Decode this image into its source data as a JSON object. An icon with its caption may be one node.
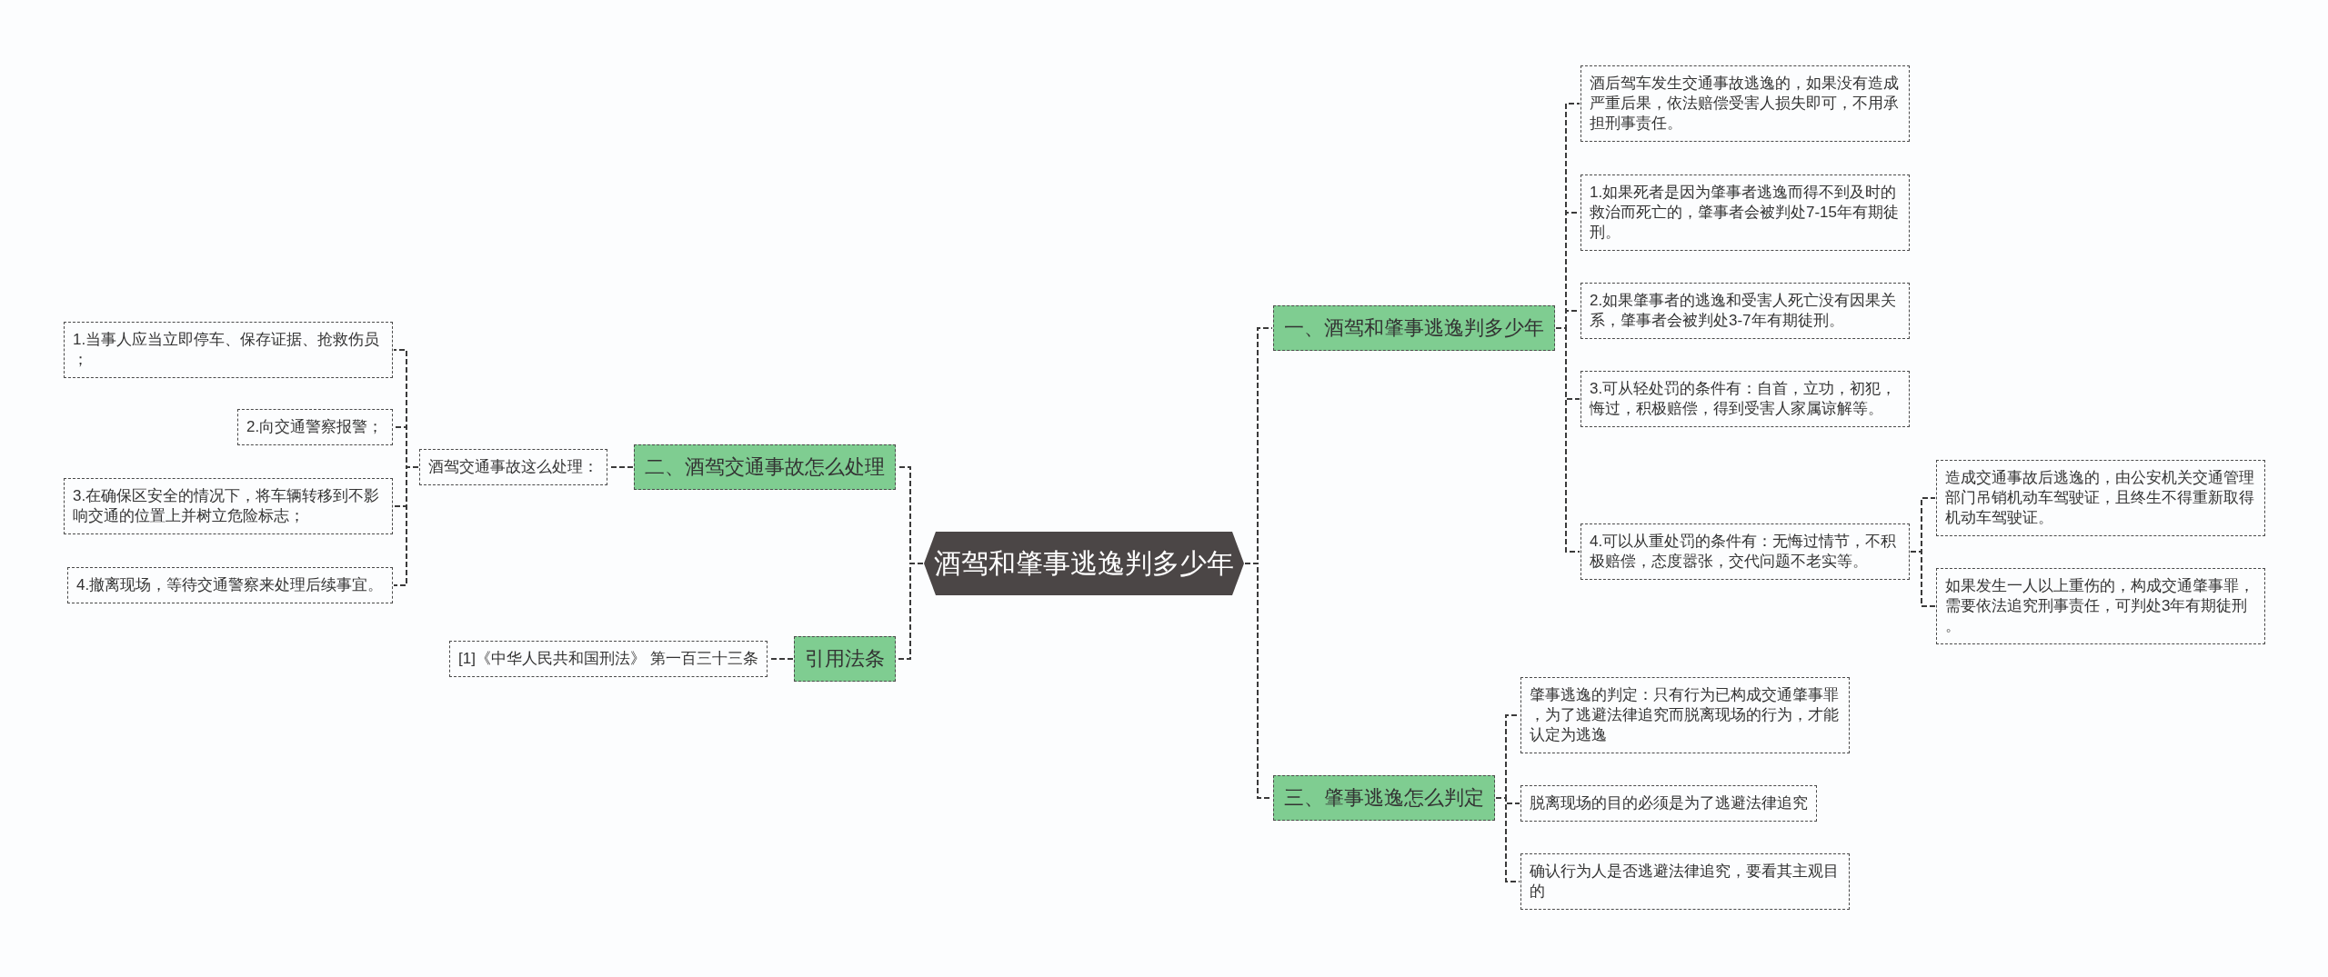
{
  "diagram": {
    "nodes": [
      {
        "text": [
          "酒驾和肇事逃逸判多少年"
        ]
      },
      {
        "text": [
          "一、酒驾和肇事逃逸判多少年"
        ]
      },
      {
        "text": [
          "酒后驾车发生交通事故逃逸的，如果没有造成严重后果，依法赔偿受害人损失即可，不用承担刑事责任。"
        ]
      },
      {
        "text": [
          "1.如果死者是因为肇事者逃逸而得不到及时的救治而死亡的，肇事者会被判处7-15年有期徒刑。"
        ]
      },
      {
        "text": [
          "2.如果肇事者的逃逸和受害人死亡没有因果关系，肇事者会被判处3-7年有期徒刑。"
        ]
      },
      {
        "text": [
          "3.可从轻处罚的条件有：自首，立功，初犯，悔过，积极赔偿，得到受害人家属谅解等。"
        ]
      },
      {
        "text": [
          "4.可以从重处罚的条件有：无悔过情节，不积极赔偿，态度嚣张，交代问题不老实等。"
        ]
      },
      {
        "text": [
          "造成交通事故后逃逸的，由公安机关交通管理部门吊销机动车驾驶证，且终生不得重新取得机动车驾驶证。"
        ]
      },
      {
        "text": [
          "如果发生一人以上重伤的，构成交通肇事罪，需要依法追究刑事责任，可判处3年有期徒刑。"
        ]
      },
      {
        "text": [
          "二、酒驾交通事故怎么处理"
        ]
      },
      {
        "text": [
          "酒驾交通事故这么处理："
        ]
      },
      {
        "text": [
          "1.当事人应当立即停车、保存证据、抢救伤员；"
        ]
      },
      {
        "text": [
          "2.向交通警察报警；"
        ]
      },
      {
        "text": [
          "3.在确保区安全的情况下，将车辆转移到不影响交通的位置上并树立危险标志；"
        ]
      },
      {
        "text": [
          "4.撤离现场，等待交通警察来处理后续事宜。"
        ]
      },
      {
        "text": [
          "引用法条"
        ]
      },
      {
        "text": [
          "[1]《中华人民共和国刑法》 第一百三十三条"
        ]
      },
      {
        "text": [
          "三、肇事逃逸怎么判定"
        ]
      },
      {
        "text": [
          "肇事逃逸的判定：只有行为已构成交通肇事罪，为了逃避法律追究而脱离现场的行为，才能认定为逃逸"
        ]
      },
      {
        "text": [
          "脱离现场的目的必须是为了逃避法律追究"
        ]
      },
      {
        "text": [
          "确认行为人是否逃避法律追究，要看其主观目的"
        ]
      }
    ],
    "edges": [
      {
        "from": 0,
        "to": 1,
        "arrow": "none"
      },
      {
        "from": 1,
        "to": 2,
        "arrow": "none"
      },
      {
        "from": 1,
        "to": 3,
        "arrow": "none"
      },
      {
        "from": 1,
        "to": 4,
        "arrow": "none"
      },
      {
        "from": 1,
        "to": 5,
        "arrow": "none"
      },
      {
        "from": 1,
        "to": 6,
        "arrow": "none"
      },
      {
        "from": 6,
        "to": 7,
        "arrow": "none"
      },
      {
        "from": 6,
        "to": 8,
        "arrow": "none"
      },
      {
        "from": 0,
        "to": 17,
        "arrow": "none"
      },
      {
        "from": 17,
        "to": 18,
        "arrow": "none"
      },
      {
        "from": 17,
        "to": 19,
        "arrow": "none"
      },
      {
        "from": 17,
        "to": 20,
        "arrow": "none"
      },
      {
        "from": 0,
        "to": 9,
        "arrow": "none"
      },
      {
        "from": 9,
        "to": 10,
        "arrow": "none"
      },
      {
        "from": 10,
        "to": 11,
        "arrow": "none"
      },
      {
        "from": 10,
        "to": 12,
        "arrow": "none"
      },
      {
        "from": 10,
        "to": 13,
        "arrow": "none"
      },
      {
        "from": 10,
        "to": 14,
        "arrow": "none"
      },
      {
        "from": 0,
        "to": 15,
        "arrow": "none"
      },
      {
        "from": 15,
        "to": 16,
        "arrow": "none"
      }
    ]
  }
}
